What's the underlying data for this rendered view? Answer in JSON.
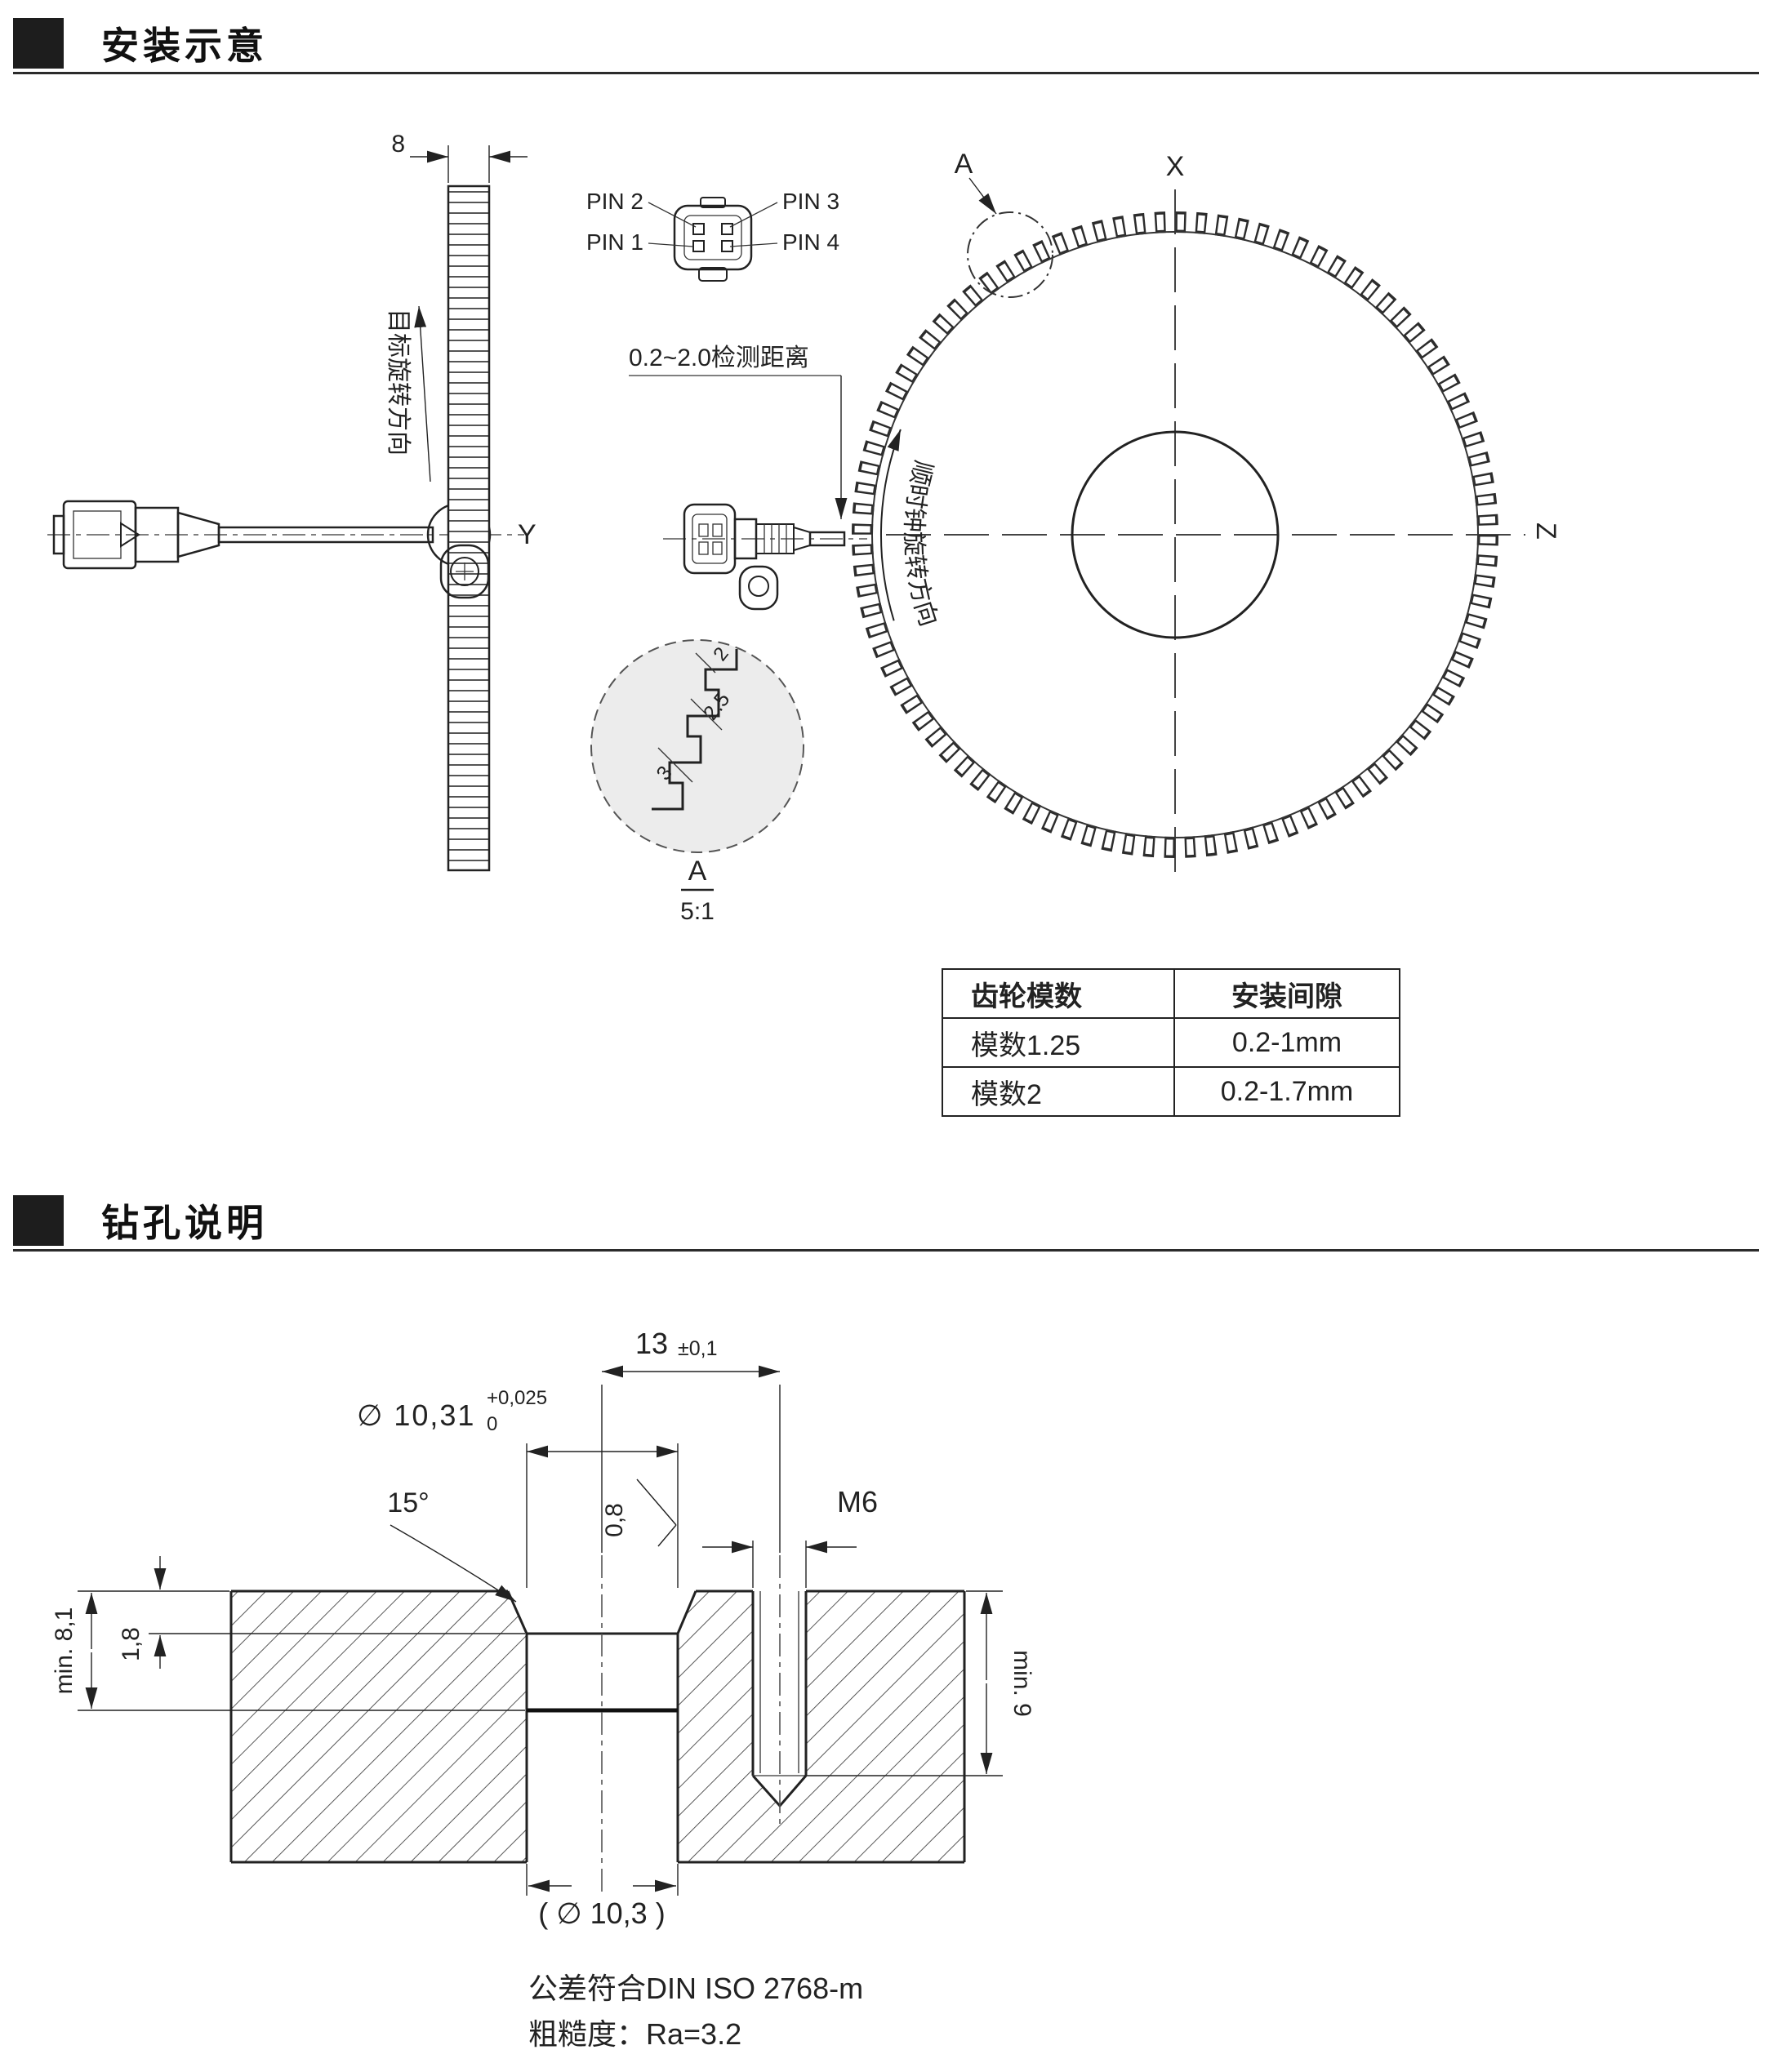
{
  "sections": {
    "install": {
      "title": "安装示意"
    },
    "drill": {
      "title": "钻孔说明"
    }
  },
  "install": {
    "rack_width": "8",
    "target_rotation": "目标旋转方向",
    "axis_x": "X",
    "axis_y": "Y",
    "axis_z": "Z",
    "pin1": "PIN 1",
    "pin2": "PIN 2",
    "pin3": "PIN 3",
    "pin4": "PIN 4",
    "detection_distance": "0.2~2.0检测距离",
    "clockwise": "顺时钟旋转方向",
    "detail_callout": "A",
    "detail_title": "A",
    "detail_scale": "5:1",
    "detail_dim_1": "2",
    "detail_dim_2": "2.5",
    "detail_dim_3": "3",
    "table": {
      "col1_header": "齿轮模数",
      "col2_header": "安装间隙",
      "rows": [
        {
          "module": "模数1.25",
          "gap": "0.2-1mm"
        },
        {
          "module": "模数2",
          "gap": "0.2-1.7mm"
        }
      ]
    }
  },
  "drill": {
    "dim_13": "13",
    "dim_13_tol": "±0,1",
    "bore_dia": "∅ 10,31",
    "bore_tol_upper": "+0,025",
    "bore_tol_lower": "0",
    "chamfer_angle": "15°",
    "bore_roughness": "0,8",
    "thread": "M6",
    "bore_depth": "min. 8,1",
    "chamfer_depth": "1,8",
    "thread_depth": "min. 9",
    "through_dia": "( ∅ 10,3 )",
    "note_tolerance": "公差符合DIN ISO 2768-m",
    "note_roughness": "粗糙度：Ra=3.2"
  }
}
